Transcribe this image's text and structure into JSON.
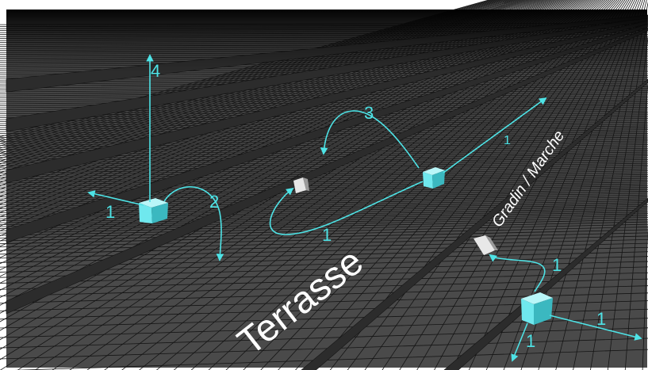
{
  "colors": {
    "background_edge": "#ffffff",
    "horizon": "#050505",
    "floor": "#4a4a4a",
    "grid_line": "#151515",
    "riser": "#2c2c2c",
    "cube_face": "#6fe8ee",
    "cube_top": "#b9f6f8",
    "cube_side": "#3bb8c0",
    "marker": "#e6e6e6",
    "arrow": "#4ee3e6",
    "label": "#ffffff"
  },
  "labels": {
    "terrace": "Terrasse",
    "step": "Gradin / Marche"
  },
  "arrow_numbers": {
    "a_up": "4",
    "a_left": "1",
    "a_hop": "2",
    "b_hop": "3",
    "b_ray": "1",
    "b_loop": "1",
    "c_up": "1",
    "c_right": "1",
    "c_down": "1"
  }
}
